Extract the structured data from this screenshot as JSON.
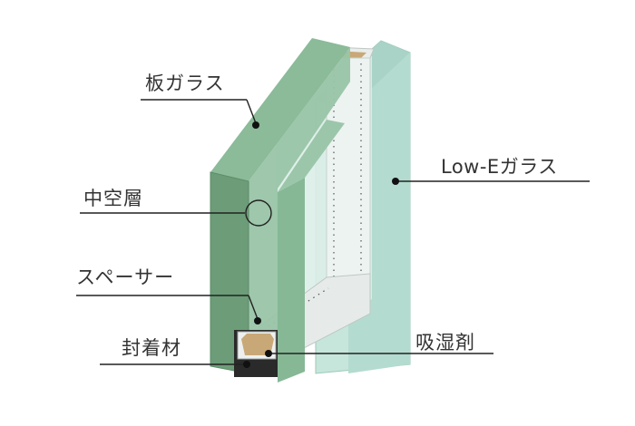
{
  "labels": {
    "sheet_glass": "板ガラス",
    "air_layer": "中空層",
    "spacer": "スペーサー",
    "sealant": "封着材",
    "lowe_glass": "Low-Eガラス",
    "desiccant": "吸湿剤"
  },
  "colors": {
    "sheet_glass_front": "#6f9f7a",
    "sheet_glass_top": "#8db89a",
    "sheet_glass_face": "#8fb9a0",
    "air_layer": "#cfe6df",
    "lowe_front": "#a9d3c6",
    "lowe_face": "#c2e3d8",
    "spacer_frame": "#e8ecea",
    "desiccant": "#c9a877",
    "sealant": "#2a2a2a",
    "leader_line": "#222222"
  }
}
